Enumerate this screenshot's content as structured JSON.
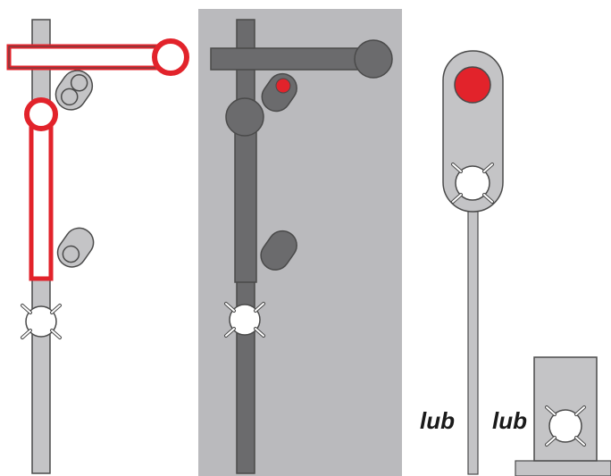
{
  "colors": {
    "signal_red": "#e2232b",
    "light_gray": "#c4c4c6",
    "panel_gray": "#bababd",
    "dark_gray": "#6b6b6d",
    "outline": "#4a4a4a",
    "white": "#ffffff"
  },
  "panels": [
    {
      "name": "semaphore-signal-highlighted",
      "background": "#ffffff"
    },
    {
      "name": "semaphore-signal-dark",
      "background": "#bababd"
    },
    {
      "name": "light-signal",
      "background": "#ffffff"
    }
  ],
  "labels": {
    "or_1": "lub",
    "or_2": "lub"
  },
  "signal_states": {
    "semaphore_top_lamp": "red",
    "light_signal_top_lamp": "red",
    "lower_lamps": "white-flashing"
  }
}
